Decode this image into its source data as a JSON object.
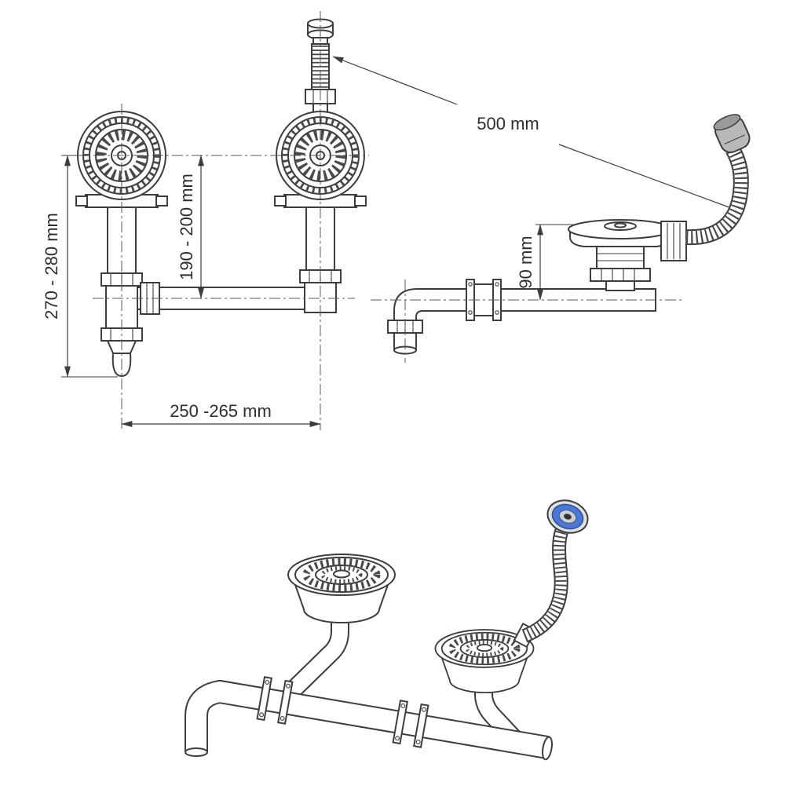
{
  "diagram": {
    "subject": "Kitchen sink double-bowl drain siphon set with overflow hose",
    "views": {
      "front": "front orthographic view",
      "side": "side orthographic view",
      "perspective": "3D assembly view"
    },
    "dimensions": {
      "total_height": "270 - 280 mm",
      "drain_to_pipe_height": "190 - 200 mm",
      "bowl_center_distance": "250 -265 mm",
      "overflow_hose_length": "500 mm",
      "outlet_to_pipe_height": "90 mm"
    },
    "colors": {
      "line": "#3d3d3d",
      "overflow_cap_blue": "#4a78d8",
      "spray_head_gray": "#b9b9b9",
      "background": "#ffffff"
    }
  }
}
